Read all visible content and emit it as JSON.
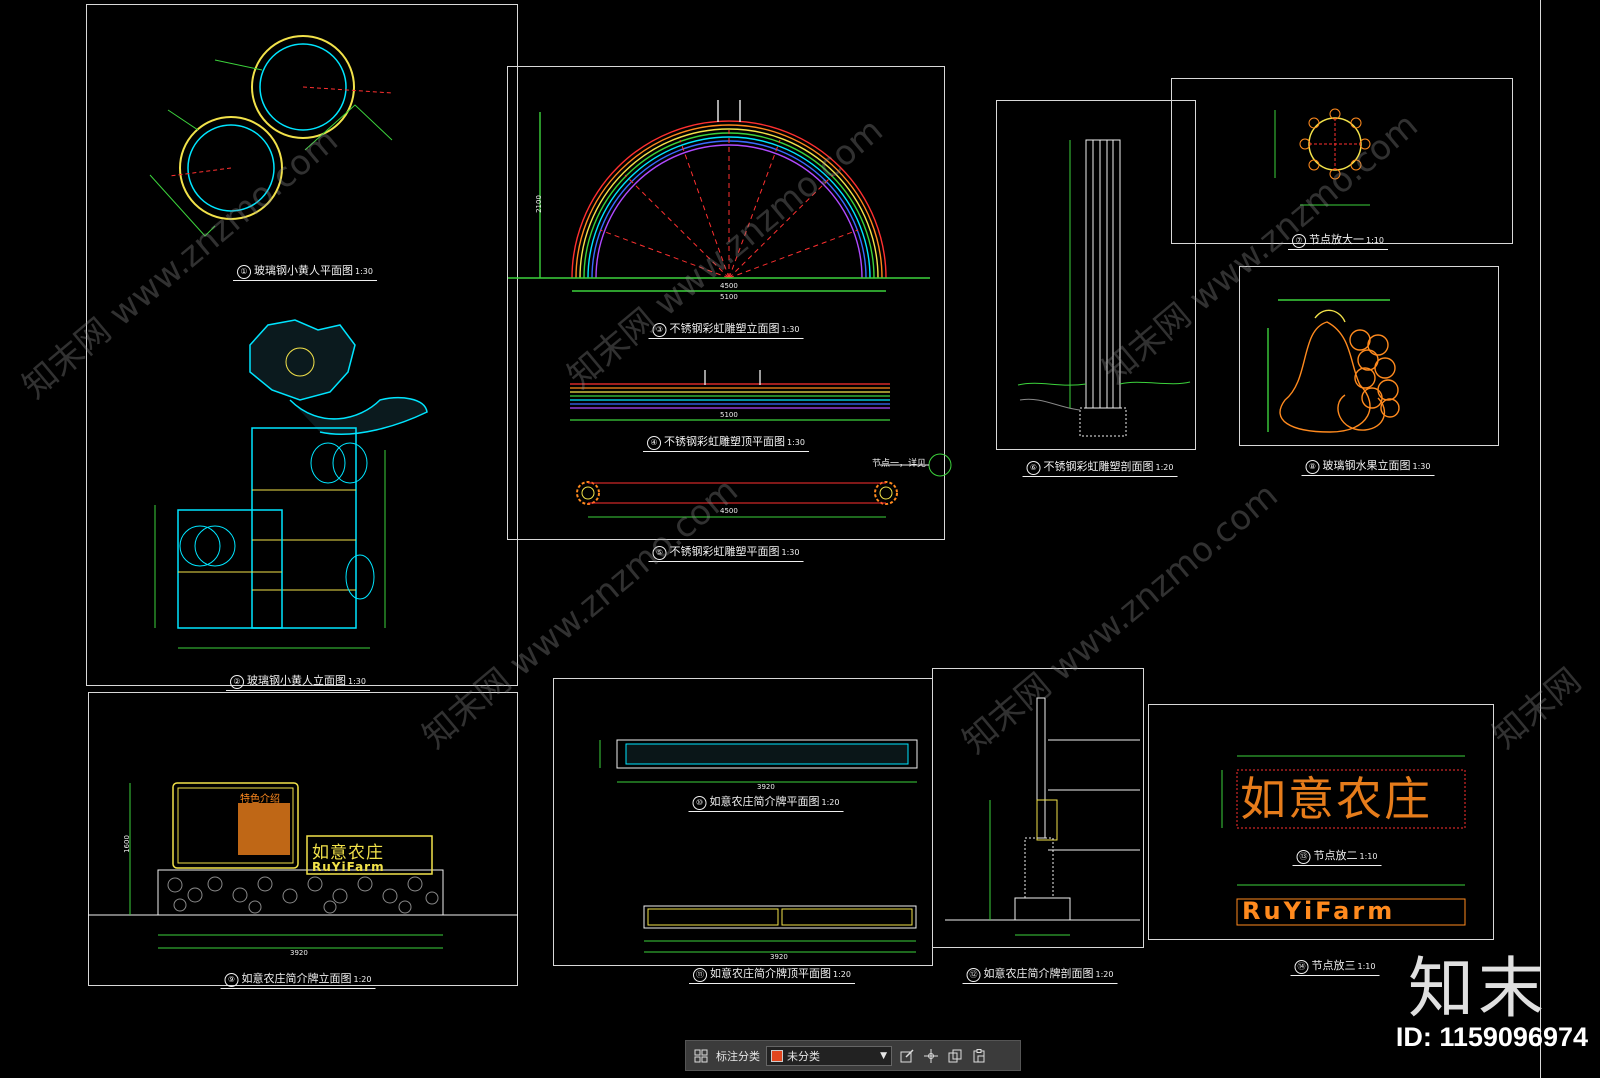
{
  "drawings": [
    {
      "num": "①",
      "title": "玻璃钢小黄人平面图",
      "scale": "1:30"
    },
    {
      "num": "②",
      "title": "玻璃钢小黄人立面图",
      "scale": "1:30"
    },
    {
      "num": "③",
      "title": "不锈钢彩虹雕塑立面图",
      "scale": "1:30"
    },
    {
      "num": "④",
      "title": "不锈钢彩虹雕塑顶平面图",
      "scale": "1:30"
    },
    {
      "num": "⑤",
      "title": "不锈钢彩虹雕塑平面图",
      "scale": "1:30"
    },
    {
      "num": "⑥",
      "title": "不锈钢彩虹雕塑剖面图",
      "scale": "1:20"
    },
    {
      "num": "⑦",
      "title": "节点放大一",
      "scale": "1:10"
    },
    {
      "num": "⑧",
      "title": "玻璃钢水果立面图",
      "scale": "1:30"
    },
    {
      "num": "⑨",
      "title": "如意农庄简介牌立面图",
      "scale": "1:20"
    },
    {
      "num": "⑩",
      "title": "如意农庄简介牌平面图",
      "scale": "1:20"
    },
    {
      "num": "⑪",
      "title": "如意农庄简介牌顶平面图",
      "scale": "1:20"
    },
    {
      "num": "⑫",
      "title": "如意农庄简介牌剖面图",
      "scale": "1:20"
    },
    {
      "num": "⑬",
      "title": "节点放二",
      "scale": "1:10"
    },
    {
      "num": "⑭",
      "title": "节点放三",
      "scale": "1:10"
    }
  ],
  "labels": {
    "ruyi_farm_cn": "如意农庄",
    "ruyi_farm_en": "RuYiFarm",
    "feature_intro": "特色介绍",
    "node_callout": "节点一，详见"
  },
  "dimensions": {
    "rainbow_width": "4500",
    "rainbow_height": "2100",
    "rainbow_total": "5100",
    "sign_total": "3920",
    "sign_height": "1600"
  },
  "watermark": {
    "site": "www.znzmo.com",
    "brand_watermark": "知末网"
  },
  "brand": {
    "logo": "知末",
    "id_text": "ID: 1159096974"
  },
  "toolbar": {
    "label": "标注分类",
    "select_value": "未分类"
  },
  "colors": {
    "background": "#000000",
    "frame": "#d8d8d8",
    "cyan": "#00e5ff",
    "yellow": "#f2e24a",
    "green": "#3cd23c",
    "red": "#ff3030",
    "orange": "#ff8a1e",
    "white": "#f0f0f0"
  }
}
